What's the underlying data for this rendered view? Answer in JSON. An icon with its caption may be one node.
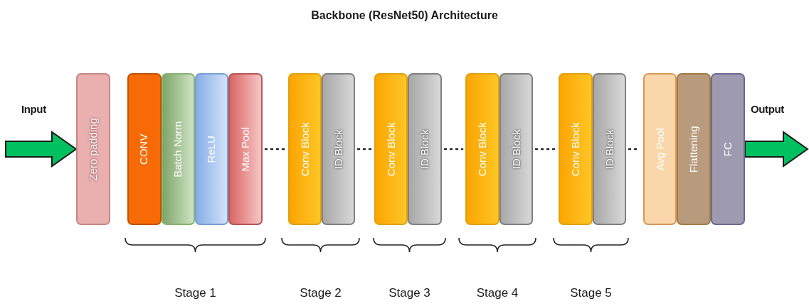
{
  "diagram": {
    "title": "Backbone (ResNet50) Architecture",
    "nodes": [
      {
        "text": [
          "Zero padding"
        ]
      },
      {
        "text": [
          "CONV"
        ]
      },
      {
        "text": [
          "Batch Norm"
        ]
      },
      {
        "text": [
          "ReLU"
        ]
      },
      {
        "text": [
          "Max Pool"
        ]
      },
      {
        "text": [
          "Conv Block"
        ]
      },
      {
        "text": [
          "ID Block"
        ]
      },
      {
        "text": [
          "Conv Block"
        ]
      },
      {
        "text": [
          "ID Block"
        ]
      },
      {
        "text": [
          "Conv Block"
        ]
      },
      {
        "text": [
          "ID Block"
        ]
      },
      {
        "text": [
          "Conv Block"
        ]
      },
      {
        "text": [
          "ID Block"
        ]
      },
      {
        "text": [
          "Avg Pool"
        ]
      },
      {
        "text": [
          "Flattening"
        ]
      },
      {
        "text": [
          "FC"
        ]
      }
    ],
    "edges": [
      {
        "from": null,
        "to": 0,
        "arrow": "to",
        "label": "Input"
      },
      {
        "from": 4,
        "to": 5,
        "arrow": "none",
        "style": "dashed"
      },
      {
        "from": 6,
        "to": 7,
        "arrow": "none",
        "style": "dashed"
      },
      {
        "from": 8,
        "to": 9,
        "arrow": "none",
        "style": "dashed"
      },
      {
        "from": 10,
        "to": 11,
        "arrow": "none",
        "style": "dashed"
      },
      {
        "from": 12,
        "to": 13,
        "arrow": "none",
        "style": "dashed"
      },
      {
        "from": 15,
        "to": null,
        "arrow": "to",
        "label": "Output"
      }
    ],
    "labels": [
      "Stage 1",
      "Stage 2",
      "Stage 3",
      "Stage 4",
      "Stage 5"
    ]
  }
}
